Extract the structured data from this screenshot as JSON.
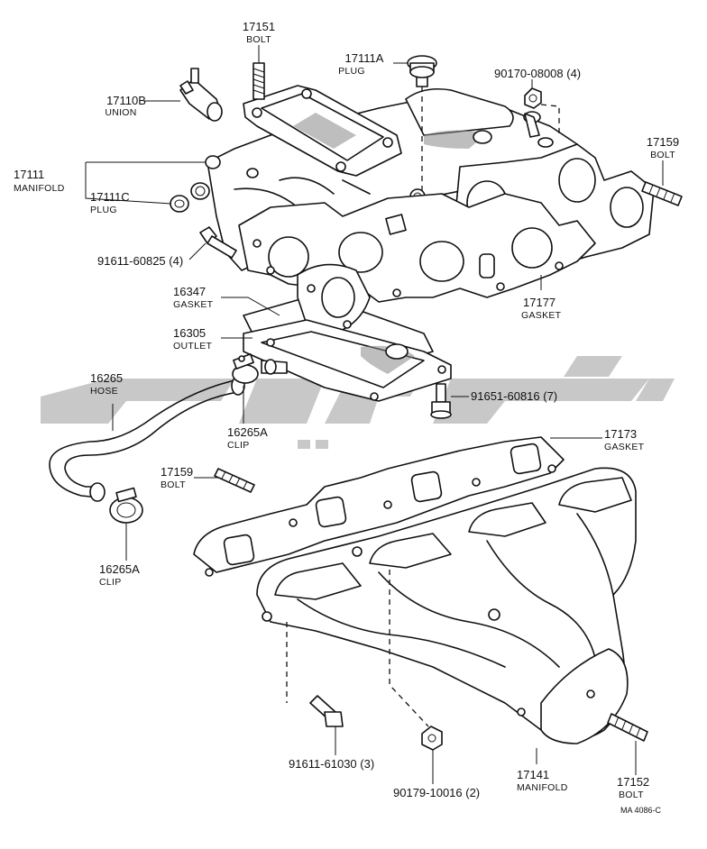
{
  "labels": [
    {
      "id": "p17151",
      "number": "17151",
      "name": "BOLT"
    },
    {
      "id": "p17111A",
      "number": "17111A",
      "name": "PLUG"
    },
    {
      "id": "p90170",
      "number": "90170-08008 (4)",
      "name": ""
    },
    {
      "id": "p17110B",
      "number": "17110B",
      "name": "UNION"
    },
    {
      "id": "p17111",
      "number": "17111",
      "name": "MANIFOLD"
    },
    {
      "id": "p17111C",
      "number": "17111C",
      "name": "PLUG"
    },
    {
      "id": "p17159a",
      "number": "17159",
      "name": "BOLT"
    },
    {
      "id": "p91611a",
      "number": "91611-60825 (4)",
      "name": ""
    },
    {
      "id": "p16347",
      "number": "16347",
      "name": "GASKET"
    },
    {
      "id": "p16305",
      "number": "16305",
      "name": "OUTLET"
    },
    {
      "id": "p17177",
      "number": "17177",
      "name": "GASKET"
    },
    {
      "id": "p16265",
      "number": "16265",
      "name": "HOSE"
    },
    {
      "id": "p16265Aa",
      "number": "16265A",
      "name": "CLIP"
    },
    {
      "id": "p91651",
      "number": "91651-60816 (7)",
      "name": ""
    },
    {
      "id": "p17173",
      "number": "17173",
      "name": "GASKET"
    },
    {
      "id": "p17159b",
      "number": "17159",
      "name": "BOLT"
    },
    {
      "id": "p16265Ab",
      "number": "16265A",
      "name": "CLIP"
    },
    {
      "id": "p91611b",
      "number": "91611-61030 (3)",
      "name": ""
    },
    {
      "id": "p90179",
      "number": "90179-10016 (2)",
      "name": ""
    },
    {
      "id": "p17141",
      "number": "17141",
      "name": "MANIFOLD"
    },
    {
      "id": "p17152",
      "number": "17152",
      "name": "BOLT"
    }
  ],
  "reference_code": "MA 4086-C"
}
